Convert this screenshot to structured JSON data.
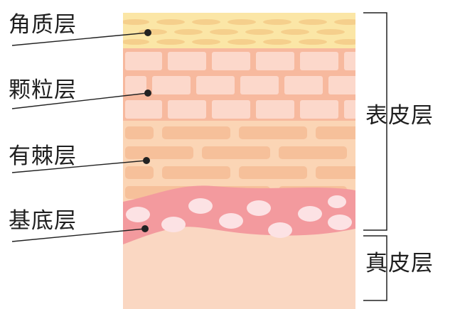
{
  "labels": {
    "stratum_corneum": "角质层",
    "stratum_granulosum": "颗粒层",
    "stratum_spinosum": "有棘层",
    "stratum_basale": "基底层",
    "epidermis": "表皮层",
    "dermis": "真皮层"
  },
  "colors": {
    "corneum_bg": "#fbe6a6",
    "corneum_cell": "#f5cf8c",
    "granulosum_bg": "#f7b99e",
    "granulosum_cell": "#fcd8cb",
    "spinosum_bg": "#fbd5b5",
    "spinosum_cell": "#f6c09a",
    "basale_band": "#f39a9e",
    "basale_cell": "#fce2e4",
    "dermis": "#fad7c2",
    "lines": "#222222"
  }
}
